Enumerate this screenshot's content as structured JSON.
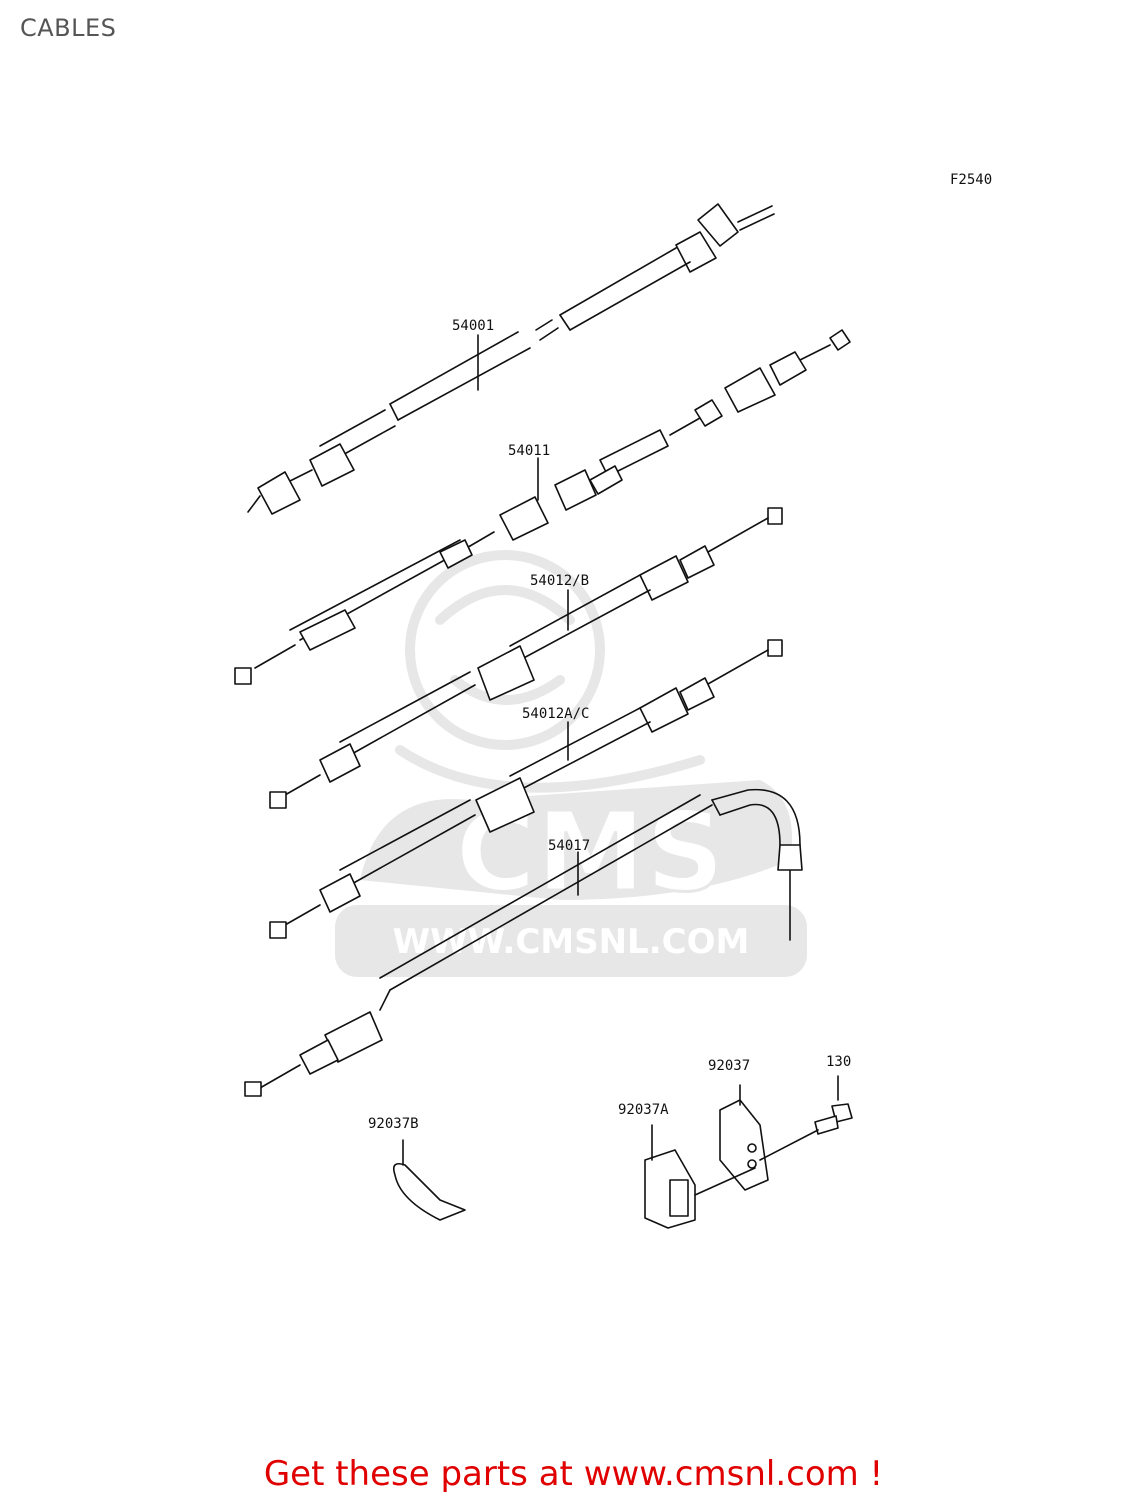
{
  "page": {
    "title": "CABLES",
    "figure_code": "F2540",
    "promo_prefix": "Get these parts at ",
    "promo_link": "www.cmsnl.com",
    "promo_suffix": " !"
  },
  "watermark": {
    "logo_text": "CMS",
    "url_text": "WWW.CMSNL.COM"
  },
  "colors": {
    "promo": "#e00000",
    "title": "#555555",
    "watermark": "#e4e4e4",
    "line": "#111111"
  },
  "parts": [
    {
      "id": "p1",
      "number": "54001"
    },
    {
      "id": "p2",
      "number": "54011"
    },
    {
      "id": "p3",
      "number": "54012/B"
    },
    {
      "id": "p4",
      "number": "54012A/C"
    },
    {
      "id": "p5",
      "number": "54017"
    },
    {
      "id": "p6",
      "number": "92037"
    },
    {
      "id": "p7",
      "number": "130"
    },
    {
      "id": "p8",
      "number": "92037A"
    },
    {
      "id": "p9",
      "number": "92037B"
    }
  ]
}
